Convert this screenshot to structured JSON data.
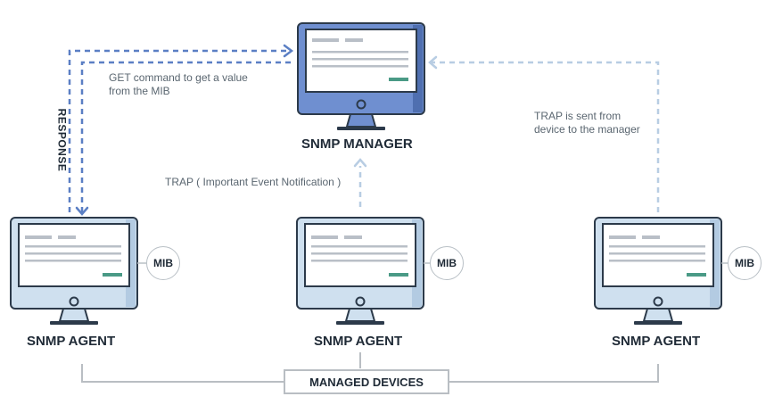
{
  "manager": {
    "label": "SNMP MANAGER",
    "color": "#6f8fd0"
  },
  "agents": [
    {
      "label": "SNMP AGENT",
      "mib": "MIB"
    },
    {
      "label": "SNMP AGENT",
      "mib": "MIB"
    },
    {
      "label": "SNMP AGENT",
      "mib": "MIB"
    }
  ],
  "notes": {
    "get_line1": "GET command to get a value",
    "get_line2": "from the MIB",
    "response": "RESPONSE",
    "trap_center": "TRAP ( Important Event Notification )",
    "trap_right_line1": "TRAP is sent from",
    "trap_right_line2": "device to the manager"
  },
  "group_label": "MANAGED DEVICES",
  "colors": {
    "get_arrow": "#5b7fc4",
    "trap_arrow": "#b8cde3",
    "agent_body": "#cfe0ef",
    "accent": "#4a9a86"
  }
}
